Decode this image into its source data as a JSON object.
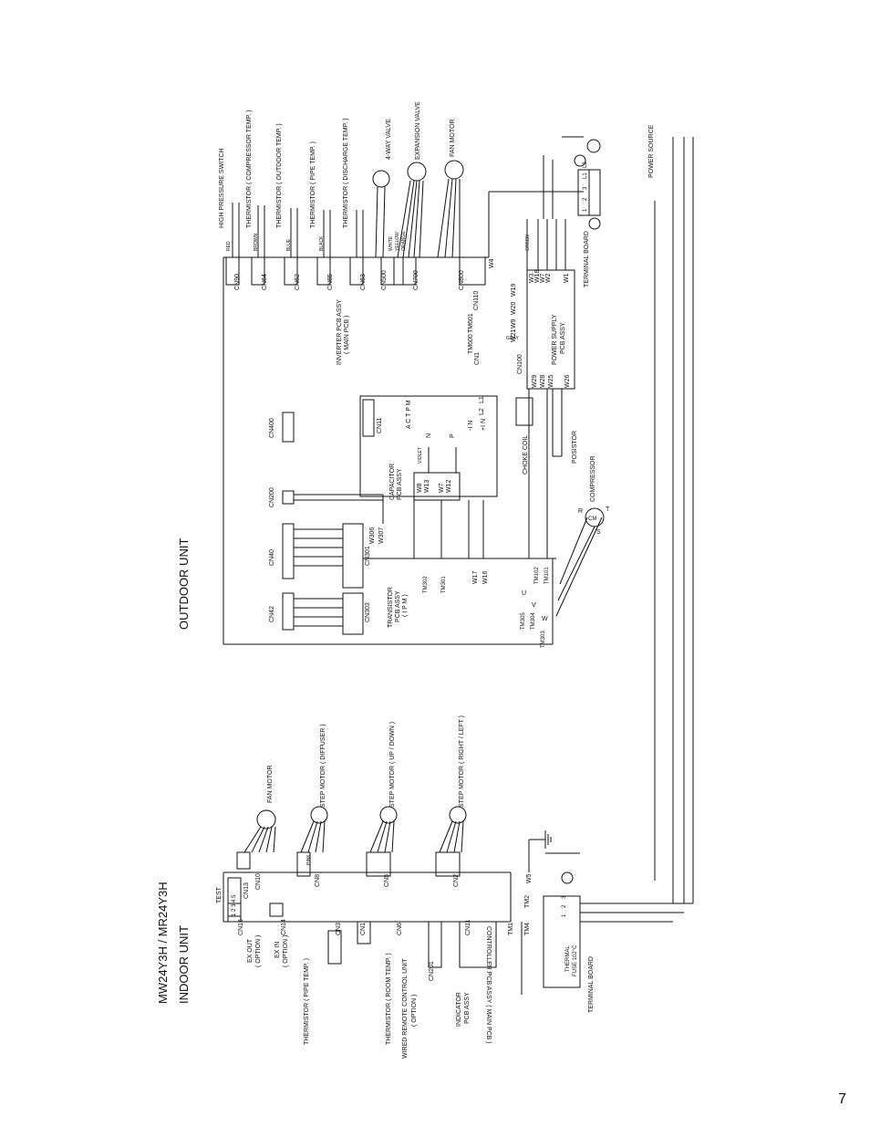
{
  "page": {
    "number": "7"
  },
  "model": "MW24Y3H / MR24Y3H",
  "indoor": {
    "heading": "INDOOR UNIT",
    "pcb_label": "CONTROLLER PCB ASSY ( MAIN PCB )",
    "test_label": "TEST",
    "test_pins": "1 2 3 4 5",
    "cn13": "CN13",
    "cn10": "CN10",
    "cn8": "CN8",
    "cn5": "CN5",
    "cn2": "CN2",
    "cn16": "CN16",
    "cn14": "CN14",
    "cn3": "CN3",
    "cn1": "CN1",
    "cn6": "CN6",
    "cn11": "CN11",
    "w5": "W5",
    "ex_out": "EX OUT",
    "ex_out_opt": "( OPTION )",
    "ex_in": "EX IN",
    "ex_in_opt": "( OPTION )",
    "thermistor_pipe": "THERMISTOR ( PIPE TEMP. )",
    "thermistor_room": "THERMISTOR ( ROOM TEMP. )",
    "wired_remote": "WIRED REMOTE CONTROL UNIT",
    "wired_remote_opt": "( OPTION )",
    "cn201": "CN201",
    "indicator": "INDICATOR",
    "indicator2": "PCB ASSY",
    "fan_motor": "FAN MOTOR",
    "step_diffuser": "STEP MOTOR ( DIFFUSER )",
    "step_updown": "STEP MOTOR ( UP / DOWN )",
    "step_rightleft": "STEP MOTOR ( RIGHT / LEFT )",
    "tm1": "TM1",
    "tm2": "TM2",
    "tm4": "TM4",
    "terminal_board": "TERMINAL BOARD",
    "thermal_fuse": "THERMAL",
    "thermal_fuse2": "FUSE 102°C",
    "tb_pins": [
      "1",
      "2",
      "3"
    ]
  },
  "outdoor": {
    "heading": "OUTDOOR UNIT",
    "inverter_pcb": "INVERTER PCB ASSY",
    "inverter_pcb2": "( MAIN PCB )",
    "connectors": [
      "CN90",
      "CN64",
      "CN62",
      "CN65",
      "CN63",
      "CN500",
      "CN700",
      "CN800",
      "CN110",
      "TM601",
      "TM600",
      "CN1",
      "CN100"
    ],
    "high_pressure": "HIGH PRESSURE SWITCH",
    "therm_comp": "THERMISTOR ( COMPRESSOR TEMP. )",
    "therm_outdoor": "THERMISTOR ( OUTDOOR TEMP. )",
    "therm_pipe": "THERMISTOR ( PIPE TEMP. )",
    "therm_discharge": "THERMISTOR ( DISCHARGE TEMP. )",
    "four_way": "4-WAY VALVE",
    "expansion": "EXPANSION VALVE",
    "fan_motor": "FAN MOTOR",
    "power_supply": "POWER SUPPLY",
    "power_supply2": "PCB ASSY",
    "terminal_board": "TERMINAL BOARD",
    "power_source": "POWER SOURCE",
    "tb_pins": [
      "1",
      "2",
      "3",
      "L1",
      "L2"
    ],
    "cn400": "CN400",
    "cn11": "CN11",
    "actpm": "A C T P M",
    "cn200": "CN200",
    "cn40": "CN40",
    "cn301": "CN301",
    "w306": "W306",
    "w307": "W307",
    "cn42": "CN42",
    "cn303": "CN303",
    "transistor": "TRANSISTOR",
    "transistor2": "PCB ASSY",
    "transistor3": "( I P M )",
    "capacitor": "CAPACITOR",
    "capacitor2": "PCB ASSY",
    "choke": "CHOKE COIL",
    "posistor": "POSISTOR",
    "compressor": "COMPRESSOR",
    "cm": "CM",
    "wires": [
      "W3",
      "W18",
      "W7",
      "W2",
      "W1",
      "W19",
      "W20",
      "W9",
      "W21",
      "W29",
      "W28",
      "W25",
      "W26",
      "W8",
      "W13",
      "W7",
      "W12",
      "W17",
      "W16",
      "W4"
    ],
    "tm_labels": [
      "TM302",
      "TM301",
      "TM102",
      "TM101",
      "TM305",
      "TM304",
      "TM303"
    ],
    "uvw": [
      "U",
      "V",
      "W"
    ],
    "rst": [
      "R",
      "S",
      "T"
    ],
    "actpm_pins": [
      "L2",
      "L1",
      "N",
      "P",
      "-I N",
      "+I N"
    ]
  },
  "wire_colors": {
    "red": "RED",
    "brown": "BROWN",
    "blue": "BLUE",
    "black": "BLACK",
    "white": "WHITE",
    "yellow": "YELLOW",
    "orange": "ORANGE",
    "green": "GREEN",
    "gray": "GRAY",
    "pink": "PINK",
    "violet": "VIOLET"
  }
}
